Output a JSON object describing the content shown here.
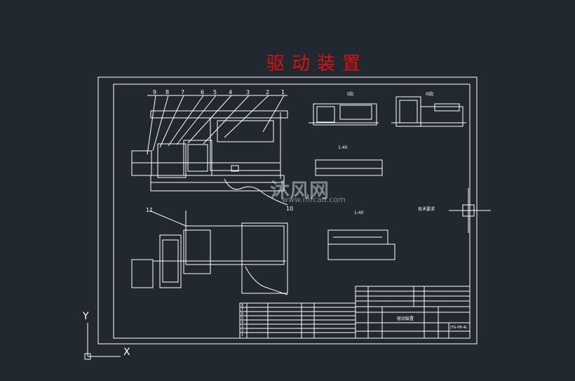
{
  "drawing": {
    "title": "驱动装置",
    "view_labels": {
      "view_i": "I向",
      "view_ii": "II向"
    },
    "scale_1": "1:40",
    "scale_2": "1:40",
    "callouts": [
      "9",
      "8",
      "7",
      "6",
      "5",
      "4",
      "3",
      "2",
      "1"
    ],
    "callout_10": "10",
    "callout_11": "11",
    "tech_req_title": "技术要求",
    "title_block": {
      "name": "驱动装置",
      "code": "JTG-PB-4L"
    },
    "parts_rows": [
      "8",
      "7",
      "6",
      "5",
      "4",
      "3",
      "2",
      "1"
    ]
  },
  "watermark": {
    "text": "沐风网",
    "url": "www.mfcad.com"
  },
  "ucs": {
    "y_label": "Y",
    "x_label": "X"
  },
  "colors": {
    "background": "#212830",
    "title": "#e01010",
    "lines": "#ffffff"
  }
}
